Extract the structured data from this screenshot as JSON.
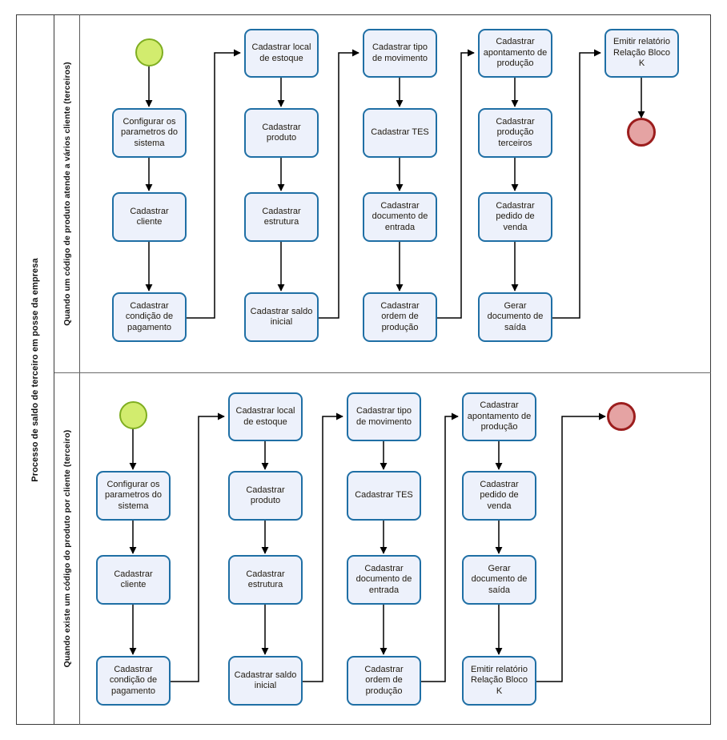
{
  "pool": {
    "label": "Processo de saldo de terceiro em posse da empresa"
  },
  "lanes": [
    {
      "id": "lane-top",
      "label": "Quando um código de produto atende a vários cliente (terceiros)"
    },
    {
      "id": "lane-bottom",
      "label": "Quando existe um código do produto por cliente (terceiro)"
    }
  ],
  "events": [
    {
      "id": "start-top",
      "type": "start-event",
      "lane": "lane-top"
    },
    {
      "id": "end-top",
      "type": "end-event",
      "lane": "lane-top"
    },
    {
      "id": "start-bottom",
      "type": "start-event",
      "lane": "lane-bottom"
    },
    {
      "id": "end-bottom",
      "type": "end-event",
      "lane": "lane-bottom"
    }
  ],
  "lane_top_tasks": [
    {
      "id": "t1",
      "label": "Configurar os parametros do sistema"
    },
    {
      "id": "t2",
      "label": "Cadastrar cliente"
    },
    {
      "id": "t3",
      "label": "Cadastrar condição de pagamento"
    },
    {
      "id": "t4",
      "label": "Cadastrar local de estoque"
    },
    {
      "id": "t5",
      "label": "Cadastrar produto"
    },
    {
      "id": "t6",
      "label": "Cadastrar estrutura"
    },
    {
      "id": "t7",
      "label": "Cadastrar saldo inicial"
    },
    {
      "id": "t8",
      "label": "Cadastrar tipo de movimento"
    },
    {
      "id": "t9",
      "label": "Cadastrar TES"
    },
    {
      "id": "t10",
      "label": "Cadastrar documento de entrada"
    },
    {
      "id": "t11",
      "label": "Cadastrar ordem de produção"
    },
    {
      "id": "t12",
      "label": "Cadastrar apontamento de produção"
    },
    {
      "id": "t13",
      "label": "Cadastrar produção terceiros"
    },
    {
      "id": "t14",
      "label": "Cadastrar pedido de venda"
    },
    {
      "id": "t15",
      "label": "Gerar documento de saída"
    },
    {
      "id": "t16",
      "label": "Emitir relatório Relação Bloco K"
    }
  ],
  "lane_bottom_tasks": [
    {
      "id": "b1",
      "label": "Configurar os parametros do sistema"
    },
    {
      "id": "b2",
      "label": "Cadastrar cliente"
    },
    {
      "id": "b3",
      "label": "Cadastrar condição de pagamento"
    },
    {
      "id": "b4",
      "label": "Cadastrar local de estoque"
    },
    {
      "id": "b5",
      "label": "Cadastrar produto"
    },
    {
      "id": "b6",
      "label": "Cadastrar estrutura"
    },
    {
      "id": "b7",
      "label": "Cadastrar saldo inicial"
    },
    {
      "id": "b8",
      "label": "Cadastrar tipo de movimento"
    },
    {
      "id": "b9",
      "label": "Cadastrar TES"
    },
    {
      "id": "b10",
      "label": "Cadastrar documento de entrada"
    },
    {
      "id": "b11",
      "label": "Cadastrar ordem de produção"
    },
    {
      "id": "b12",
      "label": "Cadastrar apontamento de produção"
    },
    {
      "id": "b13",
      "label": "Cadastrar pedido de venda"
    },
    {
      "id": "b14",
      "label": "Gerar documento de saída"
    },
    {
      "id": "b15",
      "label": "Emitir relatório Relação Bloco K"
    }
  ],
  "colors": {
    "task_fill": "#edf1fb",
    "task_border": "#1f6fa5",
    "start_fill": "#d2ec6e",
    "start_border": "#7fae21",
    "end_fill": "#e5a3a3",
    "end_border": "#9c1d1d",
    "connector": "#000000",
    "frame": "#3a3a3a"
  }
}
